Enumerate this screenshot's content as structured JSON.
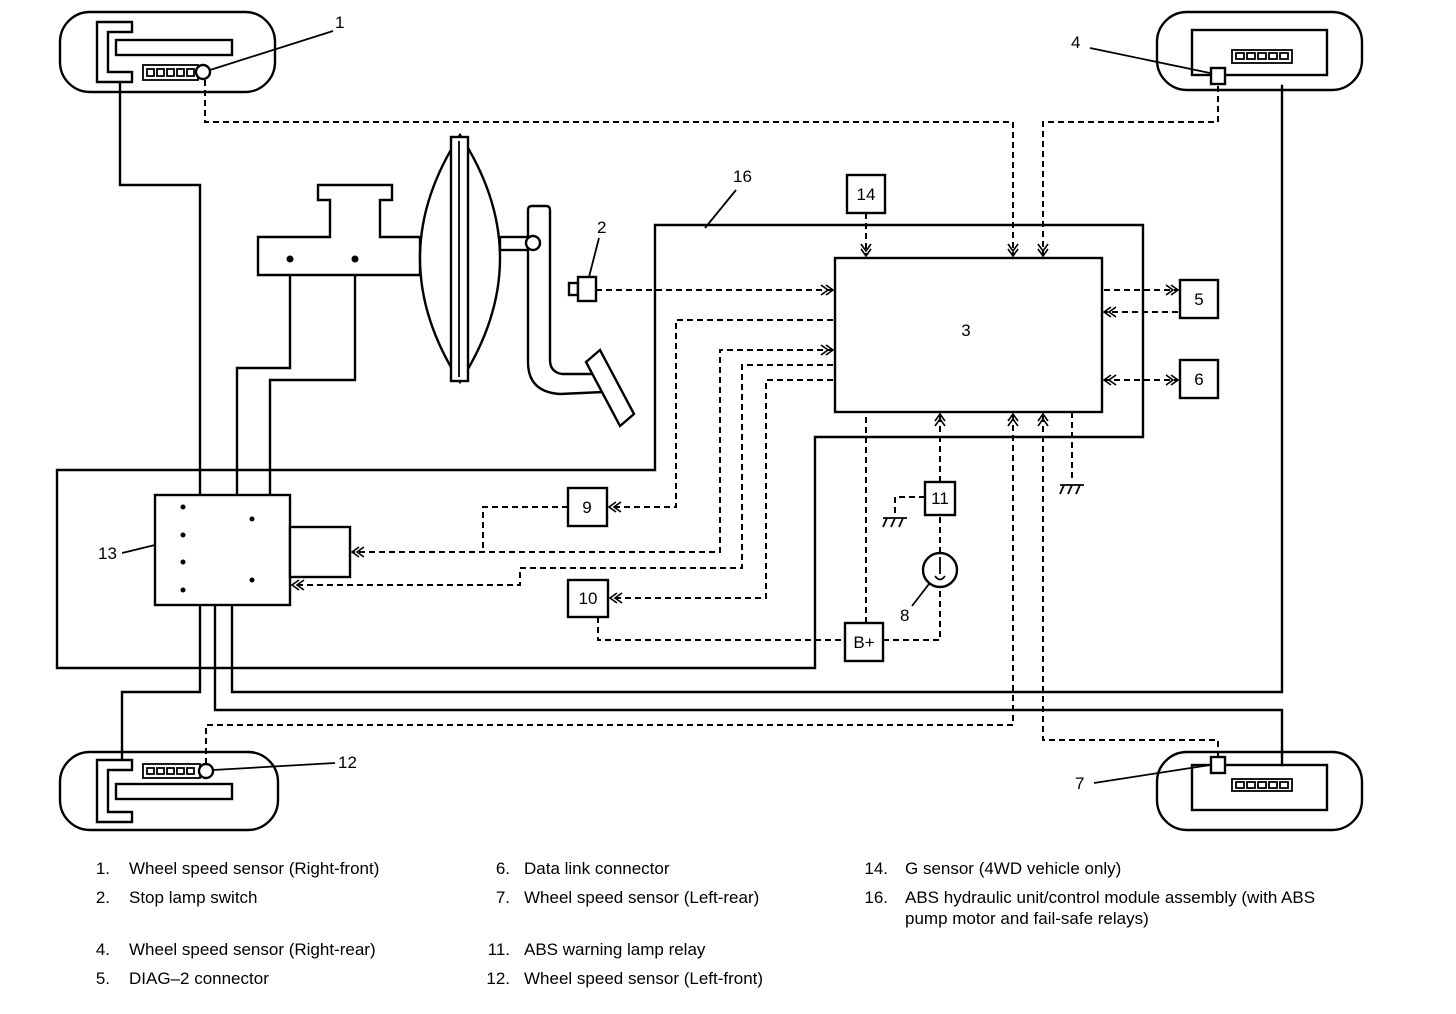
{
  "diagram": {
    "labels": {
      "c1": "1",
      "c2": "2",
      "c3": "3",
      "c4": "4",
      "c5": "5",
      "c6": "6",
      "c7": "7",
      "c8": "8",
      "c9": "9",
      "c10": "10",
      "c11": "11",
      "c12": "12",
      "c13": "13",
      "c14": "14",
      "c16": "16",
      "bplus": "B+"
    }
  },
  "legend": {
    "items": [
      {
        "num": "1.",
        "text": "Wheel speed sensor (Right-front)"
      },
      {
        "num": "2.",
        "text": "Stop lamp switch"
      },
      {
        "num": "4.",
        "text": "Wheel speed sensor (Right-rear)"
      },
      {
        "num": "5.",
        "text": "DIAG–2 connector"
      },
      {
        "num": "6.",
        "text": "Data link connector"
      },
      {
        "num": "7.",
        "text": "Wheel speed sensor (Left-rear)"
      },
      {
        "num": "11.",
        "text": "ABS warning lamp relay"
      },
      {
        "num": "12.",
        "text": "Wheel speed sensor (Left-front)"
      },
      {
        "num": "14.",
        "text": "G sensor (4WD vehicle only)"
      },
      {
        "num": "16.",
        "text": "ABS hydraulic unit/control module assembly (with ABS pump motor and fail-safe relays)"
      }
    ]
  },
  "colors": {
    "line": "#000000",
    "background": "#ffffff"
  }
}
